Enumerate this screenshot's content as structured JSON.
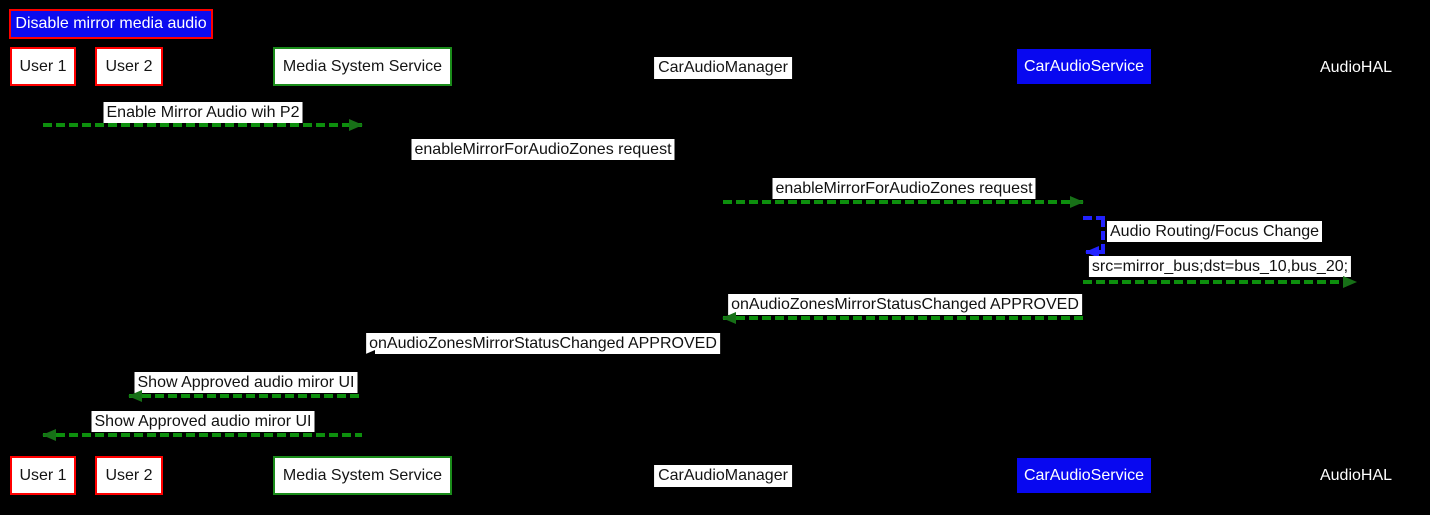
{
  "diagram": {
    "type": "sequence-diagram",
    "title": "Disable mirror media audio",
    "participants": [
      {
        "id": "user1",
        "label": "User 1",
        "box_style": "white-fill-red-border"
      },
      {
        "id": "user2",
        "label": "User 2",
        "box_style": "white-fill-red-border"
      },
      {
        "id": "mss",
        "label": "Media System Service",
        "box_style": "white-fill-green-border"
      },
      {
        "id": "cam",
        "label": "CarAudioManager",
        "box_style": "white-fill-no-border"
      },
      {
        "id": "cas",
        "label": "CarAudioService",
        "box_style": "blue-fill-white-text"
      },
      {
        "id": "hal",
        "label": "AudioHAL",
        "box_style": "text-only"
      }
    ],
    "messages": [
      {
        "from": "user1",
        "to": "mss",
        "text": "Enable Mirror Audio wih P2",
        "arrow": "green-dashed-right"
      },
      {
        "from": "mss",
        "to": "cam",
        "text": "enableMirrorForAudioZones request",
        "arrow": "black-dashed-right-invisible"
      },
      {
        "from": "cam",
        "to": "cas",
        "text": "enableMirrorForAudioZones request",
        "arrow": "green-dashed-right"
      },
      {
        "from": "cas",
        "to": "cas",
        "text": "Audio Routing/Focus Change",
        "arrow": "blue-dashed-self-loop"
      },
      {
        "from": "cas",
        "to": "hal",
        "text": "src=mirror_bus;dst=bus_10,bus_20;",
        "arrow": "green-dashed-right"
      },
      {
        "from": "cas",
        "to": "cam",
        "text": "onAudioZonesMirrorStatusChanged APPROVED",
        "arrow": "green-dashed-left"
      },
      {
        "from": "cam",
        "to": "mss",
        "text": "onAudioZonesMirrorStatusChanged APPROVED",
        "arrow": "black-dashed-left-invisible"
      },
      {
        "from": "mss",
        "to": "user2",
        "text": "Show Approved audio miror UI",
        "arrow": "green-dashed-left"
      },
      {
        "from": "mss",
        "to": "user1",
        "text": "Show Approved audio miror UI",
        "arrow": "green-dashed-left"
      }
    ],
    "colors": {
      "background": "#000000",
      "title_fill": "#0b0bef",
      "title_border": "#ff0000",
      "actor_red_border": "#ff0000",
      "actor_green_border": "#1a8c1a",
      "service_blue_fill": "#0808f0",
      "arrow_green": "#0d8f0d",
      "arrow_blue": "#2222ff",
      "label_background": "#ffffff",
      "label_text": "#111111"
    }
  }
}
